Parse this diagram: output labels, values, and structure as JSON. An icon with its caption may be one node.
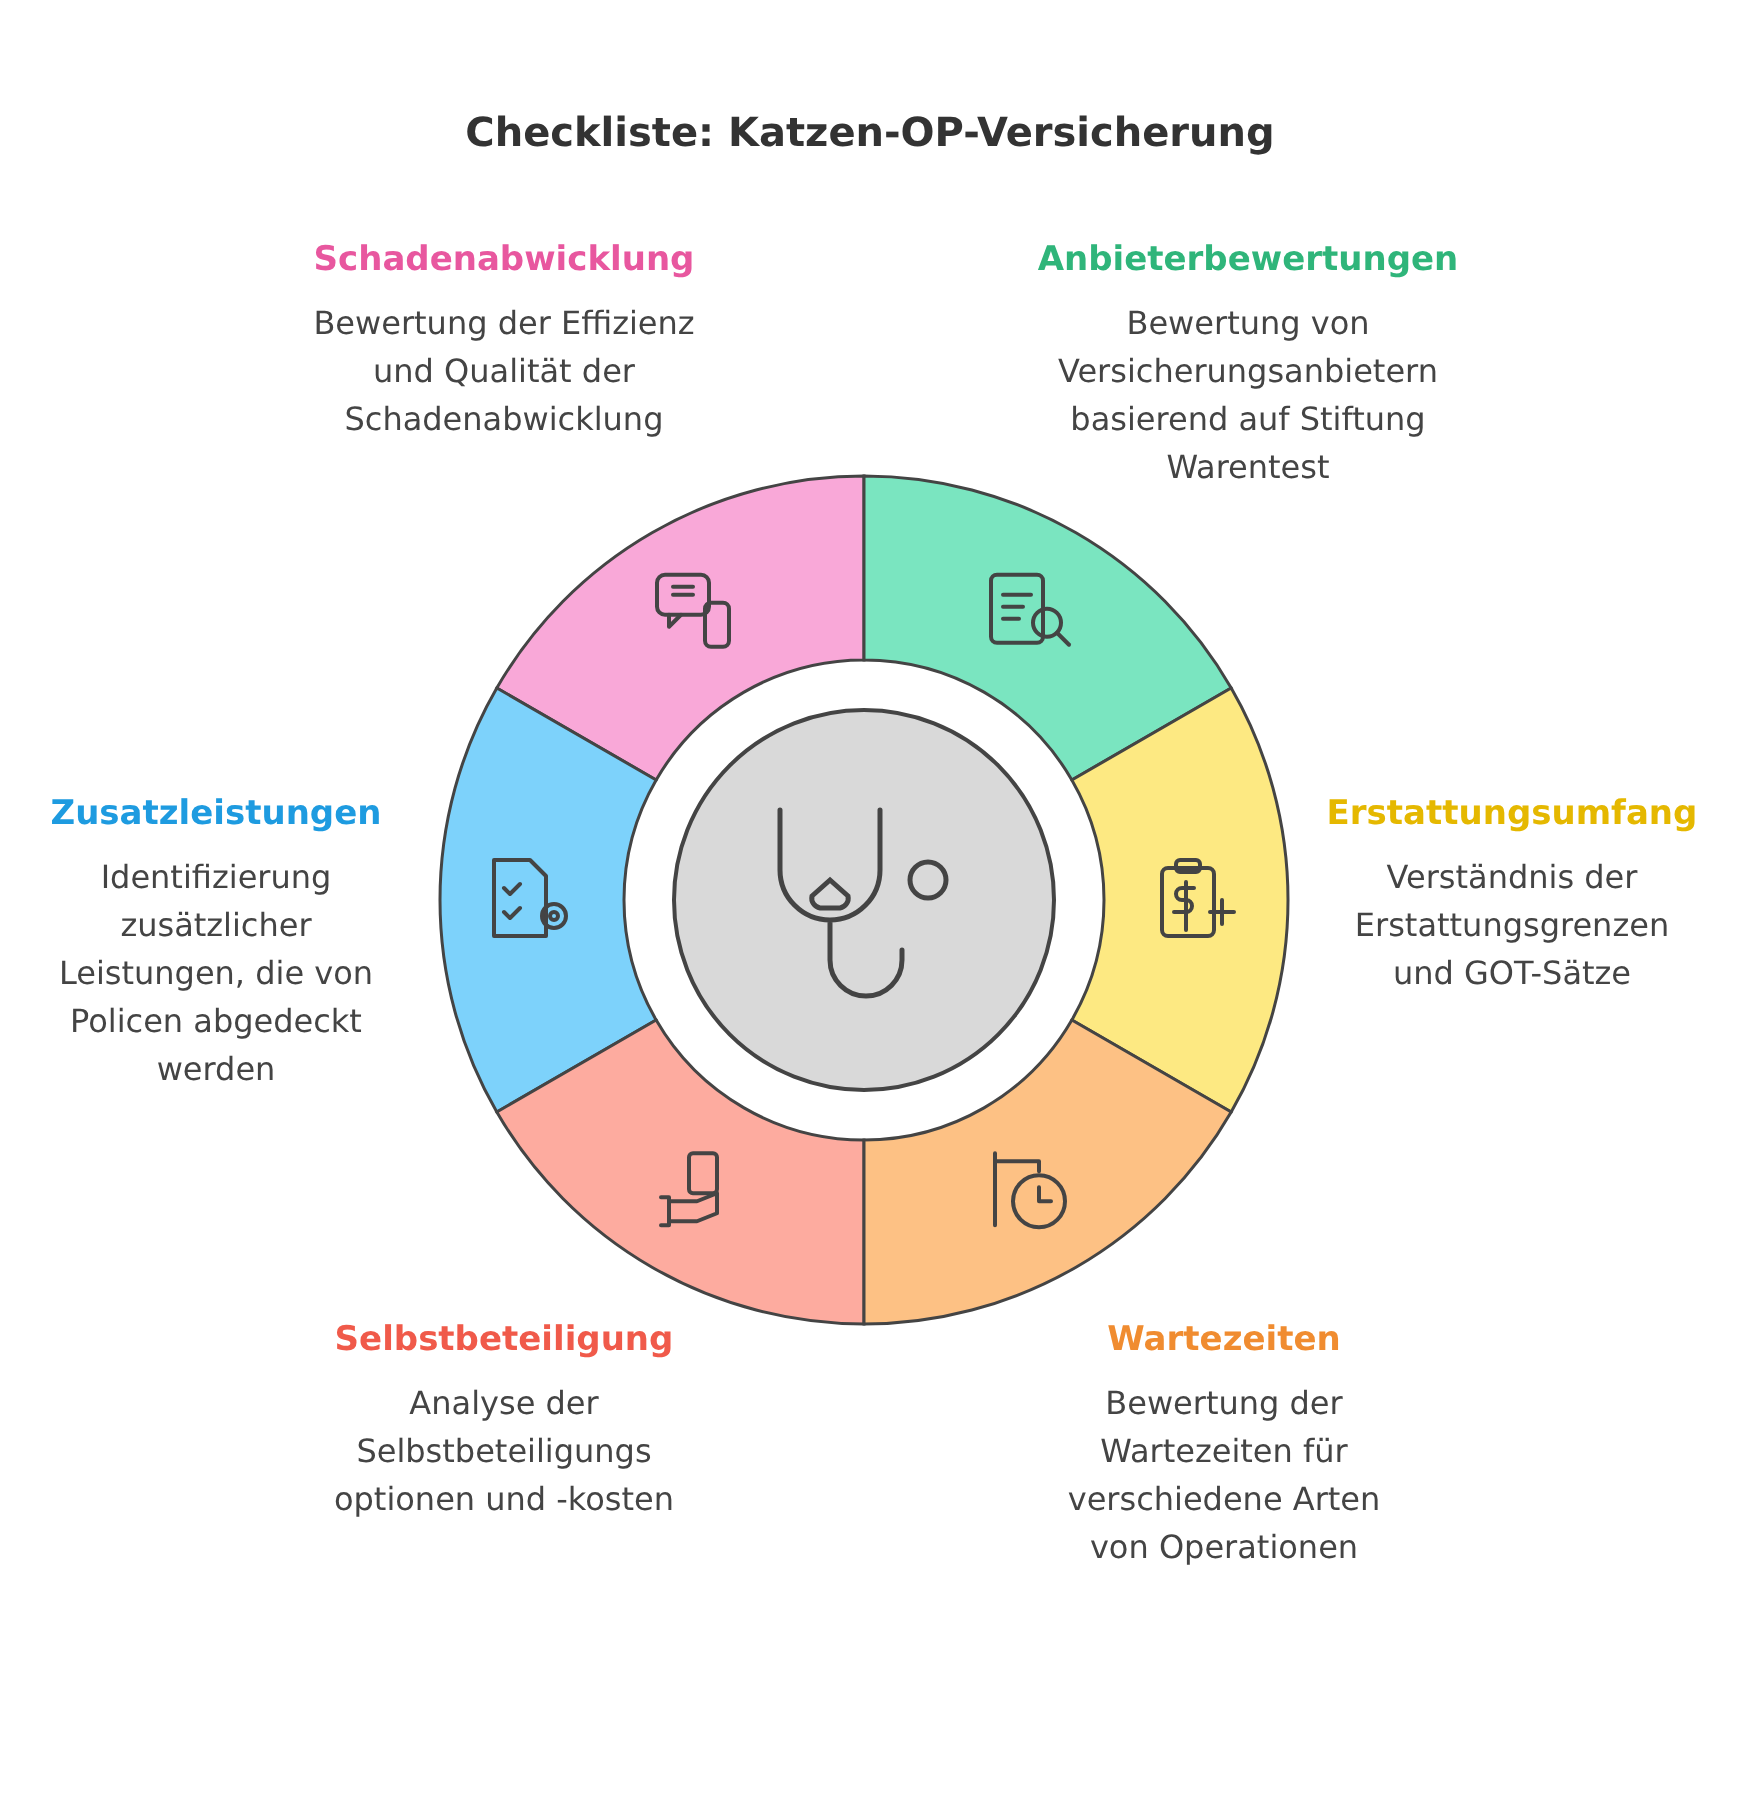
{
  "diagram": {
    "title": "Checkliste: Katzen-OP-Versicherung",
    "nodes": [
      {
        "text": [],
        "shape": "circle"
      },
      {
        "text": [
          "Schadenabwicklung",
          "Bewertung der Effizienz und Qualität der Schadenabwicklung"
        ]
      },
      {
        "text": [
          "Anbieterbewertungen",
          "Bewertung von Versicherungsanbietern basierend auf Stiftung Warentest"
        ]
      },
      {
        "text": [
          "Zusatzleistungen",
          "Identifizierung zusätzlicher Leistungen, die von Policen abgedeckt werden"
        ]
      },
      {
        "text": [
          "Erstattungsumfang",
          "Verständnis der Erstattungsgrenzen und GOT-Sätze"
        ]
      },
      {
        "text": [
          "Selbstbeteiligung",
          "Analyse der Selbstbeteiligungs optionen und -kosten"
        ]
      },
      {
        "text": [
          "Wartezeiten",
          "Bewertung der Wartezeiten für verschiedene Arten von Operationen"
        ]
      }
    ]
  }
}
